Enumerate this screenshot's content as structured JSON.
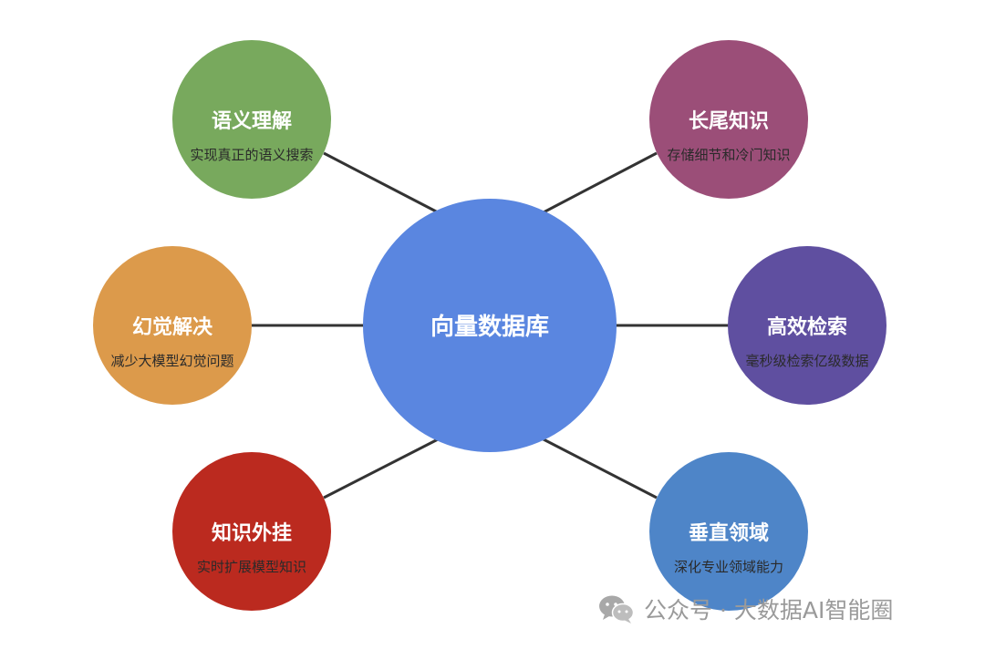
{
  "center": {
    "label": "向量数据库",
    "color": "#5a86e0"
  },
  "nodes": [
    {
      "title": "语义理解",
      "subtitle": "实现真正的语义搜索",
      "color": "#78a95d"
    },
    {
      "title": "长尾知识",
      "subtitle": "存储细节和冷门知识",
      "color": "#9b4e78"
    },
    {
      "title": "幻觉解决",
      "subtitle": "减少大模型幻觉问题",
      "color": "#dc9a4b"
    },
    {
      "title": "高效检索",
      "subtitle": "毫秒级检索亿级数据",
      "color": "#5f4fa0"
    },
    {
      "title": "知识外挂",
      "subtitle": "实时扩展模型知识",
      "color": "#bb2a1f"
    },
    {
      "title": "垂直领域",
      "subtitle": "深化专业领域能力",
      "color": "#4e85c8"
    }
  ],
  "watermark": {
    "icon": "wechat-icon",
    "text": "公众号 · 大数据AI智能圈"
  }
}
